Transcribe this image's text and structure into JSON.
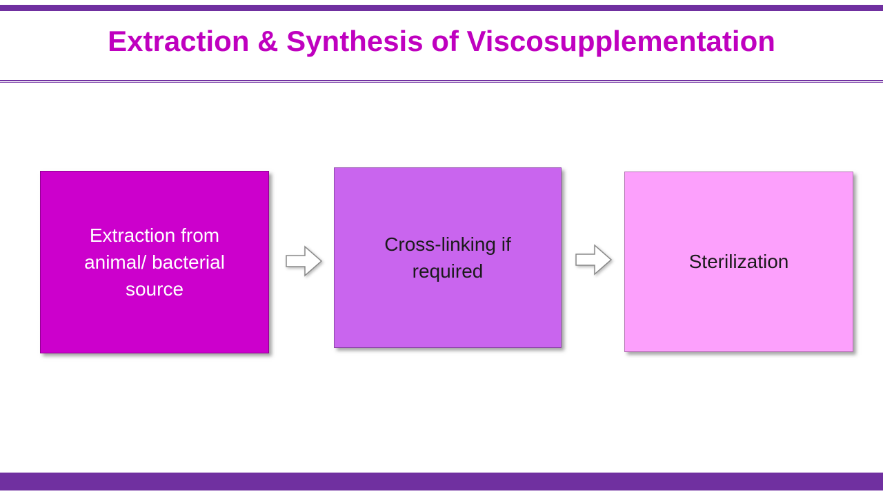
{
  "slide": {
    "title": "Extraction & Synthesis of Viscosupplementation"
  },
  "colors": {
    "accent_bar": "#7030A0",
    "title_text": "#BF00BF",
    "arrow_fill": "#FFFFFF",
    "arrow_stroke": "#898989"
  },
  "diagram": {
    "steps": [
      {
        "label": "Extraction from animal/ bacterial source",
        "fill": "#CC00CC",
        "border": "#8F008F",
        "text_color": "#FFFFFF"
      },
      {
        "label": "Cross-linking if required",
        "fill": "#C965EE",
        "border": "#8E47AB",
        "text_color": "#1A1A1A"
      },
      {
        "label": "Sterilization",
        "fill": "#FCA0FC",
        "border": "#B271B2",
        "text_color": "#1A1A1A"
      }
    ]
  }
}
